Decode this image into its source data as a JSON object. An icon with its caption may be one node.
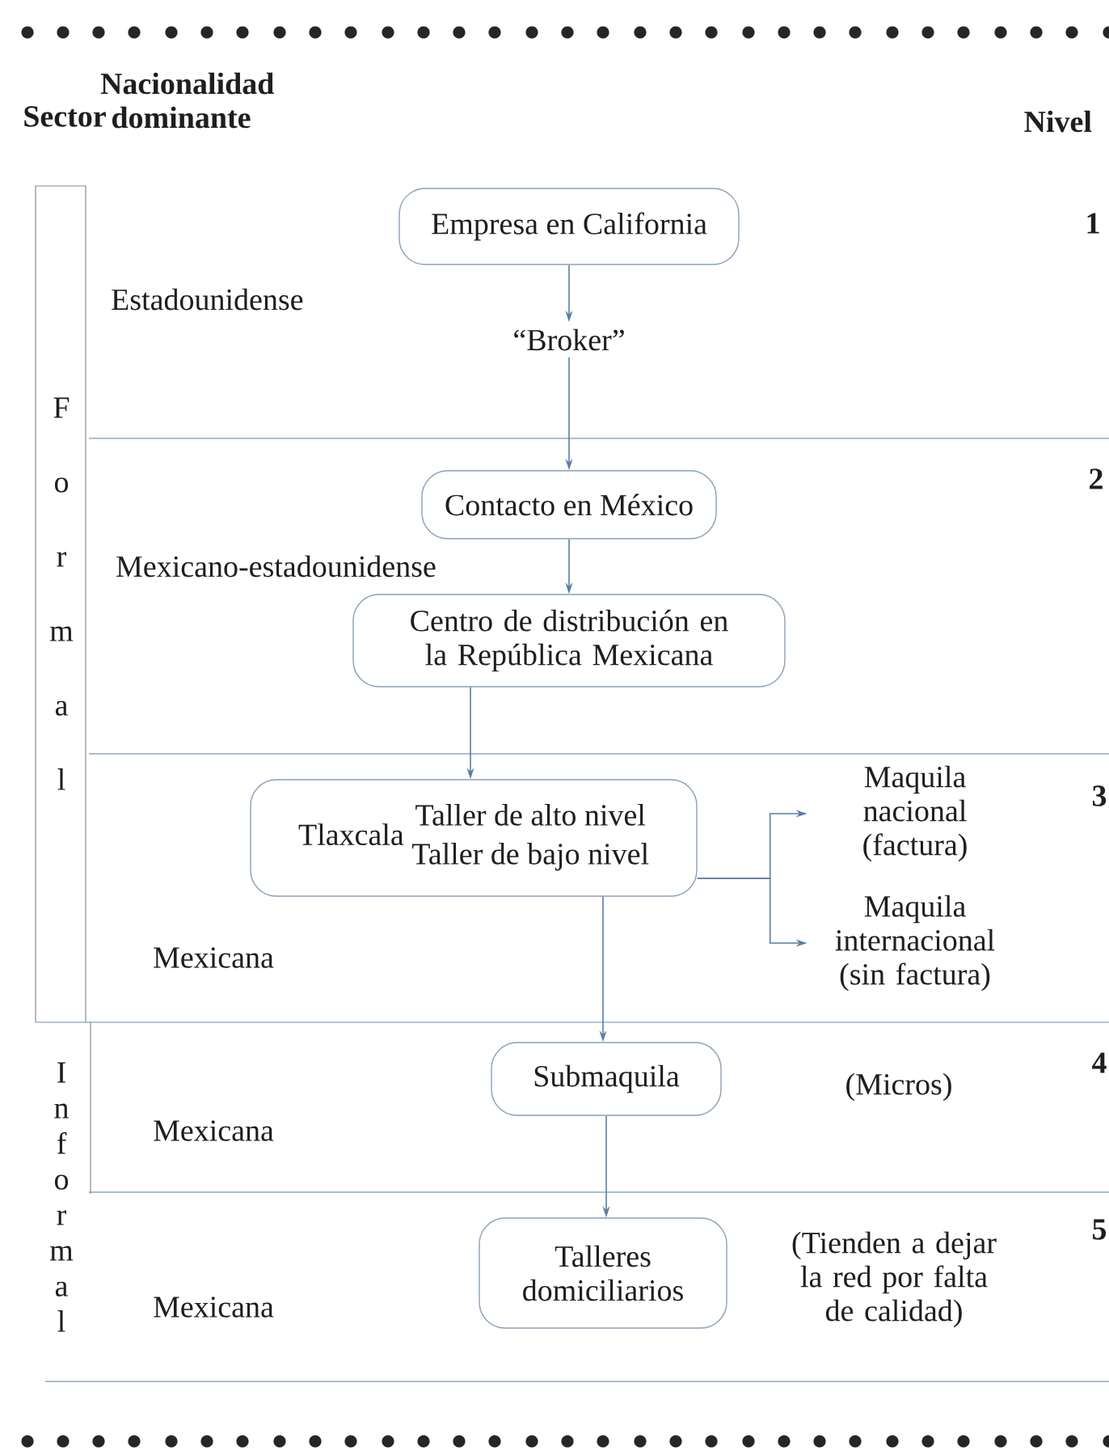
{
  "diagram": {
    "nodes": [
      {
        "text": [
          "Empresa en California"
        ]
      },
      {
        "text": [
          "“Broker”"
        ]
      },
      {
        "text": [
          "Contacto en México"
        ]
      },
      {
        "text": [
          "Centro de distribución en la República Mexicana"
        ]
      },
      {
        "text": [
          "Tlaxcala",
          "Taller de alto nivel",
          "Taller de bajo nivel"
        ]
      },
      {
        "text": [
          "Maquila nacional (factura)"
        ]
      },
      {
        "text": [
          "Maquila internacional (sin factura)"
        ]
      },
      {
        "text": [
          "Submaquila"
        ]
      },
      {
        "text": [
          "Talleres domiciliarios"
        ]
      }
    ],
    "edges": [
      {
        "from": 0,
        "to": 1,
        "arrow": "to"
      },
      {
        "from": 1,
        "to": 2,
        "arrow": "to"
      },
      {
        "from": 2,
        "to": 3,
        "arrow": "to"
      },
      {
        "from": 3,
        "to": 4,
        "arrow": "to"
      },
      {
        "from": 4,
        "to": 5,
        "arrow": "to"
      },
      {
        "from": 4,
        "to": 6,
        "arrow": "to"
      },
      {
        "from": 4,
        "to": 7,
        "arrow": "to"
      },
      {
        "from": 7,
        "to": 8,
        "arrow": "to"
      }
    ],
    "labels": [
      "Sector",
      "Nacionalidad dominante",
      "Nivel",
      "1",
      "Estadounidense",
      "Formal",
      "2",
      "Mexicano-estadounidense",
      "3",
      "Mexicana",
      "Informal",
      "4",
      "(Micros)",
      "Mexicana",
      "5",
      "(Tienden a dejar la red por falta de calidad)",
      "Mexicana"
    ]
  }
}
